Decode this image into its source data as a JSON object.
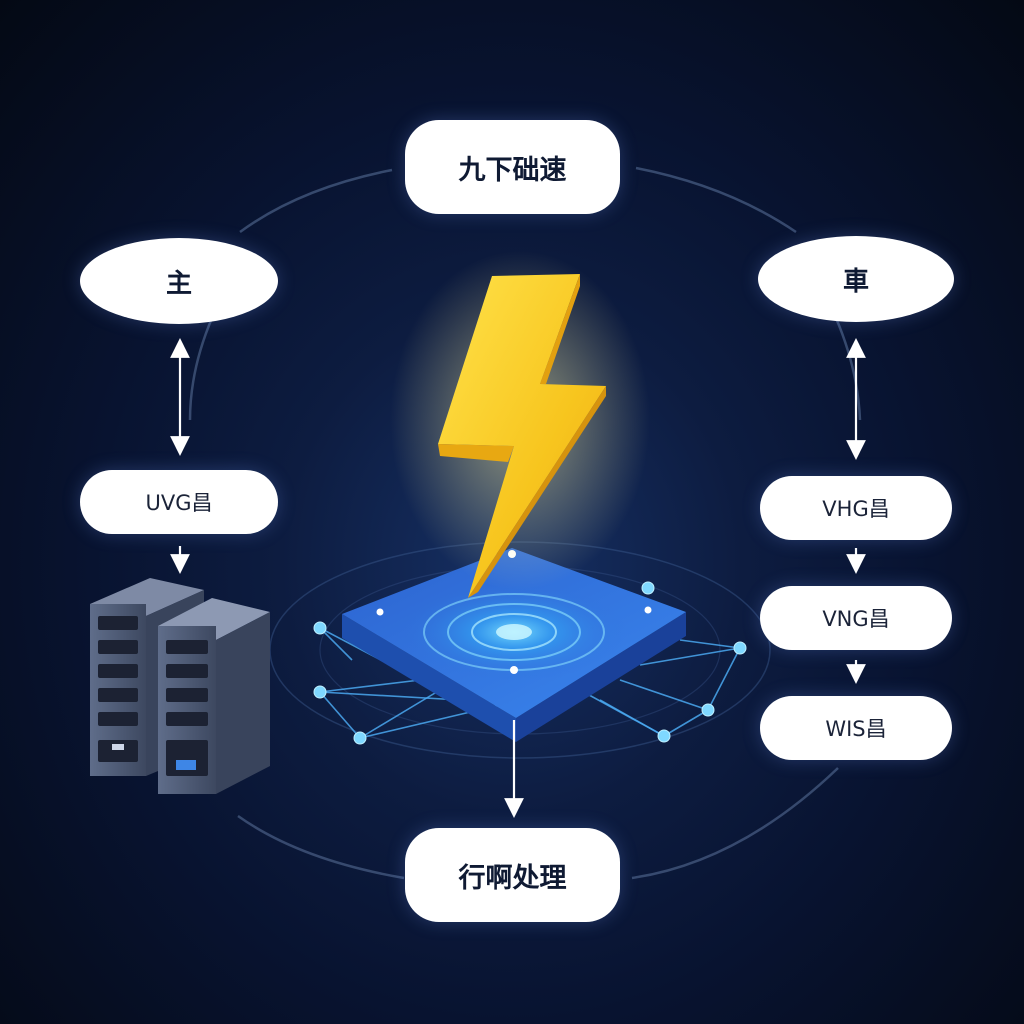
{
  "diagram": {
    "nodes": {
      "top": "九下础速",
      "left_top": "主",
      "right_top": "車",
      "left_mid": "UVG昌",
      "right_1": "VHG昌",
      "right_2": "VNG昌",
      "right_3": "WIS昌",
      "bottom": "行啊处理"
    },
    "icons": {
      "center": "lightning-bolt-icon",
      "platform": "chip-platform-icon",
      "left": "server-rack-icon"
    },
    "colors": {
      "background": "#07112a",
      "bolt": "#f7c51e",
      "platform": "#2f6fd9",
      "glow": "#3fc4ff",
      "node_fill": "#ffffff",
      "node_text": "#0f1a33",
      "ring": "#4a5f86"
    }
  }
}
